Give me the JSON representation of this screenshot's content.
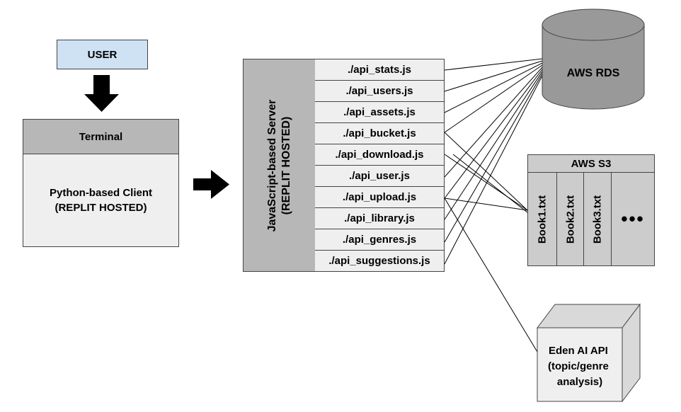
{
  "user": {
    "label": "USER"
  },
  "terminal": {
    "header": "Terminal",
    "client_line1": "Python-based Client",
    "client_line2": "(REPLIT HOSTED)"
  },
  "server": {
    "label_line1": "JavaScript-based Server",
    "label_line2": "(REPLIT HOSTED)",
    "endpoints": [
      "./api_stats.js",
      "./api_users.js",
      "./api_assets.js",
      "./api_bucket.js",
      "./api_download.js",
      "./api_user.js",
      "./api_upload.js",
      "./api_library.js",
      "./api_genres.js",
      "./api_suggestions.js"
    ]
  },
  "rds": {
    "label": "AWS RDS"
  },
  "s3": {
    "header": "AWS S3",
    "books": [
      "Book1.txt",
      "Book2.txt",
      "Book3.txt"
    ],
    "more": "•••"
  },
  "eden": {
    "line1": "Eden AI API",
    "line2": "(topic/genre",
    "line3": "analysis)"
  },
  "colors": {
    "user_fill": "#cfe2f3",
    "dark_gray": "#b7b7b7",
    "light_gray": "#efefef",
    "rds_fill": "#999999",
    "s3_fill": "#cccccc"
  }
}
